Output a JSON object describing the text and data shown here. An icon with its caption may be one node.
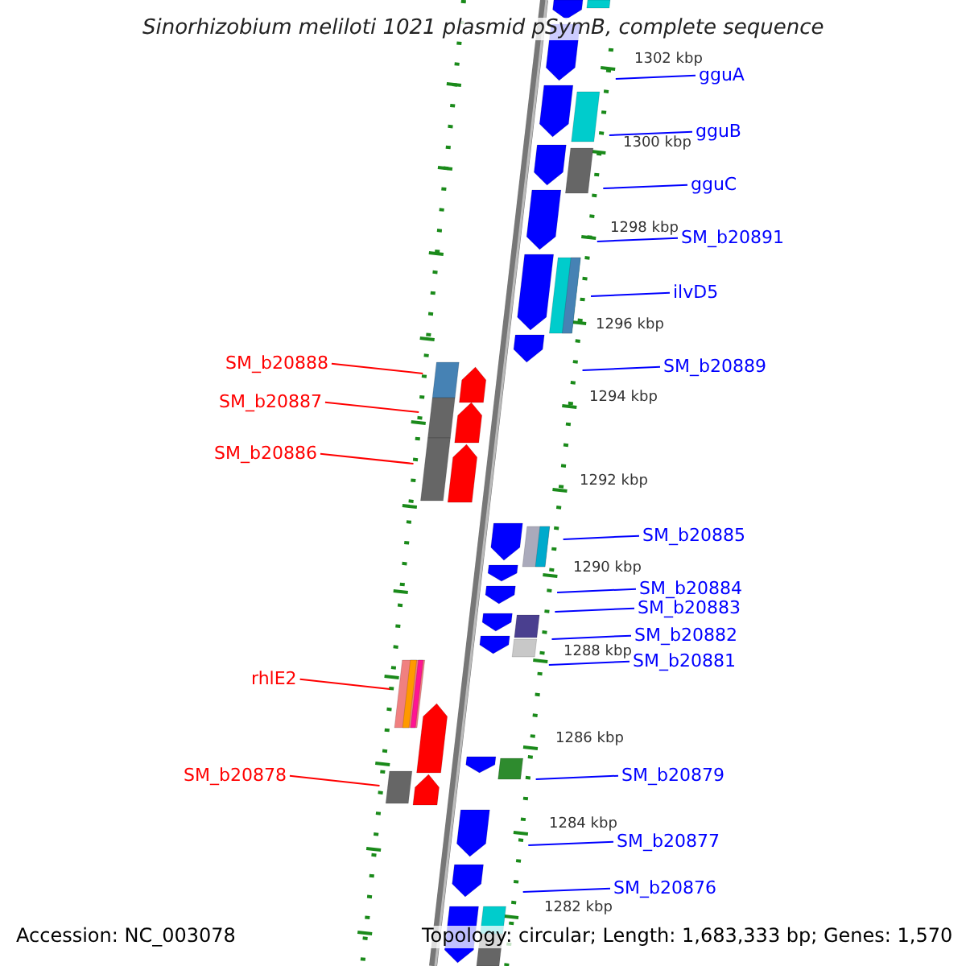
{
  "diagram": {
    "title": "Sinorhizobium meliloti 1021 plasmid pSymB, complete sequence",
    "nodes": [
      {
        "text": [
          "gguA"
        ]
      },
      {
        "text": [
          "gguB"
        ]
      },
      {
        "text": [
          "gguC"
        ]
      },
      {
        "text": [
          "SM_b20891"
        ]
      },
      {
        "text": [
          "ilvD5"
        ]
      },
      {
        "text": [
          "SM_b20888"
        ]
      },
      {
        "text": [
          "SM_b20889"
        ]
      },
      {
        "text": [
          "SM_b20887"
        ]
      },
      {
        "text": [
          "SM_b20886"
        ]
      },
      {
        "text": [
          "SM_b20885"
        ]
      },
      {
        "text": [
          "SM_b20884"
        ]
      },
      {
        "text": [
          "SM_b20883"
        ]
      },
      {
        "text": [
          "SM_b20882"
        ]
      },
      {
        "text": [
          "SM_b20881"
        ]
      },
      {
        "text": [
          "rhlE2"
        ]
      },
      {
        "text": [
          "SM_b20878"
        ]
      },
      {
        "text": [
          "SM_b20879"
        ]
      },
      {
        "text": [
          "SM_b20877"
        ]
      },
      {
        "text": [
          "SM_b20876"
        ]
      }
    ],
    "edges": [
      {
        "from": 0,
        "to": null,
        "arrow": "none"
      },
      {
        "from": 1,
        "to": null,
        "arrow": "none"
      },
      {
        "from": 2,
        "to": null,
        "arrow": "none"
      },
      {
        "from": 3,
        "to": null,
        "arrow": "none"
      },
      {
        "from": 4,
        "to": null,
        "arrow": "none"
      },
      {
        "from": 5,
        "to": null,
        "arrow": "none",
        "color": "#ff0000"
      },
      {
        "from": 6,
        "to": null,
        "arrow": "none"
      },
      {
        "from": 7,
        "to": null,
        "arrow": "none",
        "color": "#ff0000"
      },
      {
        "from": 8,
        "to": null,
        "arrow": "none",
        "color": "#ff0000"
      },
      {
        "from": 9,
        "to": null,
        "arrow": "none"
      },
      {
        "from": 10,
        "to": null,
        "arrow": "none"
      },
      {
        "from": 11,
        "to": null,
        "arrow": "none"
      },
      {
        "from": 12,
        "to": null,
        "arrow": "none"
      },
      {
        "from": 13,
        "to": null,
        "arrow": "none"
      },
      {
        "from": 14,
        "to": null,
        "arrow": "none",
        "color": "#ff0000"
      },
      {
        "from": 15,
        "to": null,
        "arrow": "none",
        "color": "#ff0000"
      },
      {
        "from": 16,
        "to": null,
        "arrow": "none"
      },
      {
        "from": 17,
        "to": null,
        "arrow": "none"
      },
      {
        "from": 18,
        "to": null,
        "arrow": "none"
      }
    ],
    "labels": [
      "1302 kbp",
      "1300 kbp",
      "1298 kbp",
      "1296 kbp",
      "1294 kbp",
      "1292 kbp",
      "1290 kbp",
      "1288 kbp",
      "1286 kbp",
      "1284 kbp",
      "1282 kbp",
      "Accession: NC_003078",
      "Topology: circular; Length: 1,683,333 bp; Genes: 1,570"
    ]
  }
}
